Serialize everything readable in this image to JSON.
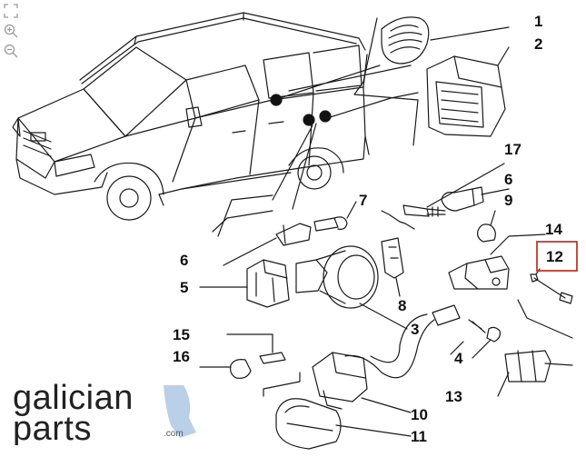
{
  "toolbar": {
    "tools": [
      {
        "name": "fullscreen-icon"
      },
      {
        "name": "zoom-in-icon"
      },
      {
        "name": "zoom-out-icon"
      }
    ]
  },
  "callouts": [
    "1",
    "2",
    "17",
    "6",
    "7",
    "9",
    "14",
    "12",
    "6",
    "5",
    "8",
    "3",
    "15",
    "16",
    "4",
    "13",
    "10",
    "11"
  ],
  "highlighted_callout": "12",
  "brand": {
    "word1": "galician",
    "word2": "parts",
    "suffix": ".com"
  },
  "colors": {
    "line": "#1a1a1a",
    "highlight": "#c0392b",
    "accent": "#b9d0e8"
  }
}
